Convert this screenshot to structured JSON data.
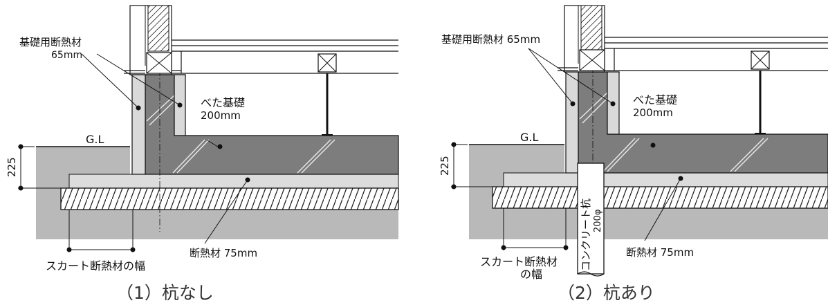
{
  "panels": [
    {
      "caption": "（1）杭なし",
      "labels": {
        "foundation_insulation": "基礎用断熱材",
        "foundation_insulation_thickness": "65mm",
        "mat_foundation": "べた基礎",
        "mat_foundation_thickness": "200mm",
        "ground_line": "G.L",
        "dimension": "225",
        "slab_insulation": "断熱材 75mm",
        "skirt_width": "スカート断熱材の幅"
      }
    },
    {
      "caption": "（2）杭あり",
      "labels": {
        "foundation_insulation": "基礎用断熱材 65mm",
        "mat_foundation": "べた基礎",
        "mat_foundation_thickness": "200mm",
        "ground_line": "G.L",
        "dimension": "225",
        "pile": "コンクリート杭",
        "pile_diameter": "200φ",
        "slab_insulation": "断熱材 75mm",
        "skirt_width_line1": "スカート断熱材",
        "skirt_width_line2": "の幅"
      }
    }
  ],
  "colors": {
    "ground": "#b9b9b9",
    "concrete": "#7d7d7d",
    "insulation_board": "#d9d9d9",
    "lean_concrete": "#dcdcdc",
    "hatch_band": "#ffffff",
    "line": "#111111"
  }
}
